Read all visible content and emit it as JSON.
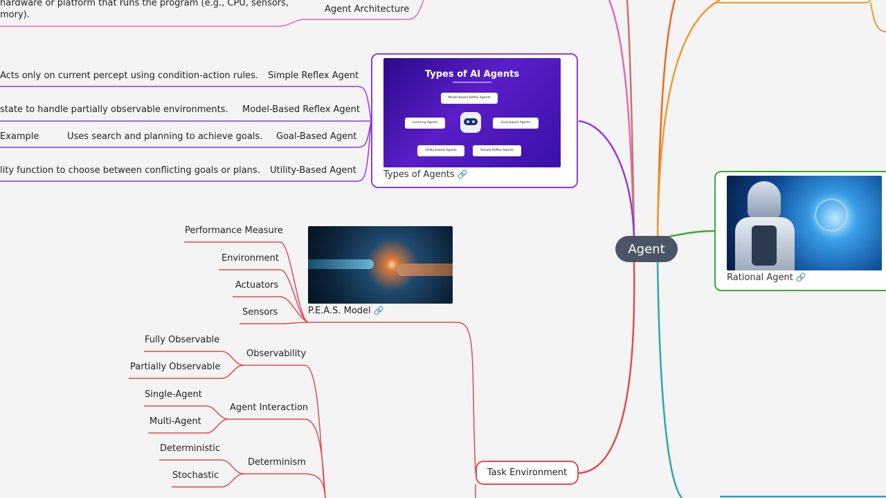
{
  "root": {
    "label": "Agent"
  },
  "architecture": {
    "text_line1": "hardware or platform that runs the program (e.g., CPU, sensors,",
    "text_line2": "mory).",
    "label": "Agent Architecture"
  },
  "types": {
    "card_caption": "Types of Agents",
    "image_title": "Types of AI Agents",
    "image_chips": [
      "Model-based Reflex Agents",
      "Learning Agents",
      "Goal-based Agents",
      "Utility-based Agents",
      "Simple Reflex Agents"
    ],
    "items": [
      {
        "label": "Simple Reflex Agent",
        "desc": "Acts only on current percept using condition-action rules."
      },
      {
        "label": "Model-Based Reflex Agent",
        "desc": "state to handle partially observable environments."
      },
      {
        "label": "Goal-Based Agent",
        "desc": "Uses search and planning to achieve goals.",
        "extra": "Example"
      },
      {
        "label": "Utility-Based Agent",
        "desc": "lity function to choose between conflicting goals or plans."
      }
    ]
  },
  "rational": {
    "caption": "Rational Agent"
  },
  "task_env": {
    "label": "Task Environment",
    "peas": {
      "caption": "P.E.A.S. Model",
      "items": [
        "Performance Measure",
        "Environment",
        "Actuators",
        "Sensors"
      ]
    },
    "groups": [
      {
        "label": "Observability",
        "items": [
          "Fully Observable",
          "Partially Observable"
        ]
      },
      {
        "label": "Agent Interaction",
        "items": [
          "Single-Agent",
          "Multi-Agent"
        ]
      },
      {
        "label": "Determinism",
        "items": [
          "Deterministic",
          "Stochastic"
        ]
      }
    ]
  },
  "colors": {
    "pink": "#e06bb6",
    "purple": "#8a3de0",
    "orange": "#ee8a1a",
    "green": "#3ea63a",
    "red": "#e04a55",
    "teal": "#2aa3b8",
    "brown": "#c7736a",
    "root_bg": "#4c5565"
  }
}
